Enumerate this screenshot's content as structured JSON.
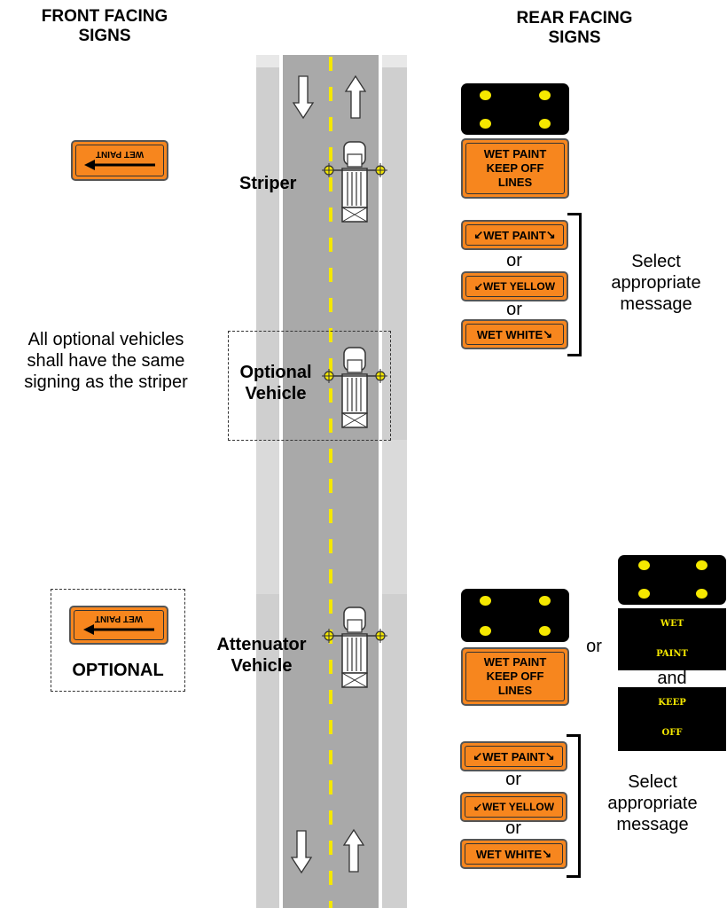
{
  "headers": {
    "front": [
      "FRONT FACING",
      "SIGNS"
    ],
    "rear": [
      "REAR FACING",
      "SIGNS"
    ]
  },
  "vehicles": {
    "striper": "Striper",
    "optional": [
      "Optional",
      "Vehicle"
    ],
    "attenuator": [
      "Attenuator",
      "Vehicle"
    ]
  },
  "notes": {
    "optional_vehicles": [
      "All optional vehicles",
      "shall have the same",
      "signing as the striper"
    ],
    "optional_label": "OPTIONAL",
    "select_message": [
      "Select",
      "appropriate",
      "message"
    ]
  },
  "signs": {
    "front_sign": "WET PAINT",
    "keep_off_lines": [
      "WET PAINT",
      "KEEP OFF",
      "LINES"
    ],
    "wet_paint": "WET PAINT",
    "wet_yellow": "WET YELLOW",
    "wet_white": "WET WHITE"
  },
  "connectors": {
    "or": "or",
    "and": "and"
  },
  "vms_board": {
    "line1": "WET",
    "line2": "PAINT",
    "line3": "KEEP",
    "line4": "OFF"
  },
  "colors": {
    "sign_orange": "#f7861e",
    "road_gray": "#a9a9a9",
    "shoulder_gray": "#dadada",
    "center_line_yellow": "#f5e800",
    "light_yellow": "#f5e800"
  }
}
